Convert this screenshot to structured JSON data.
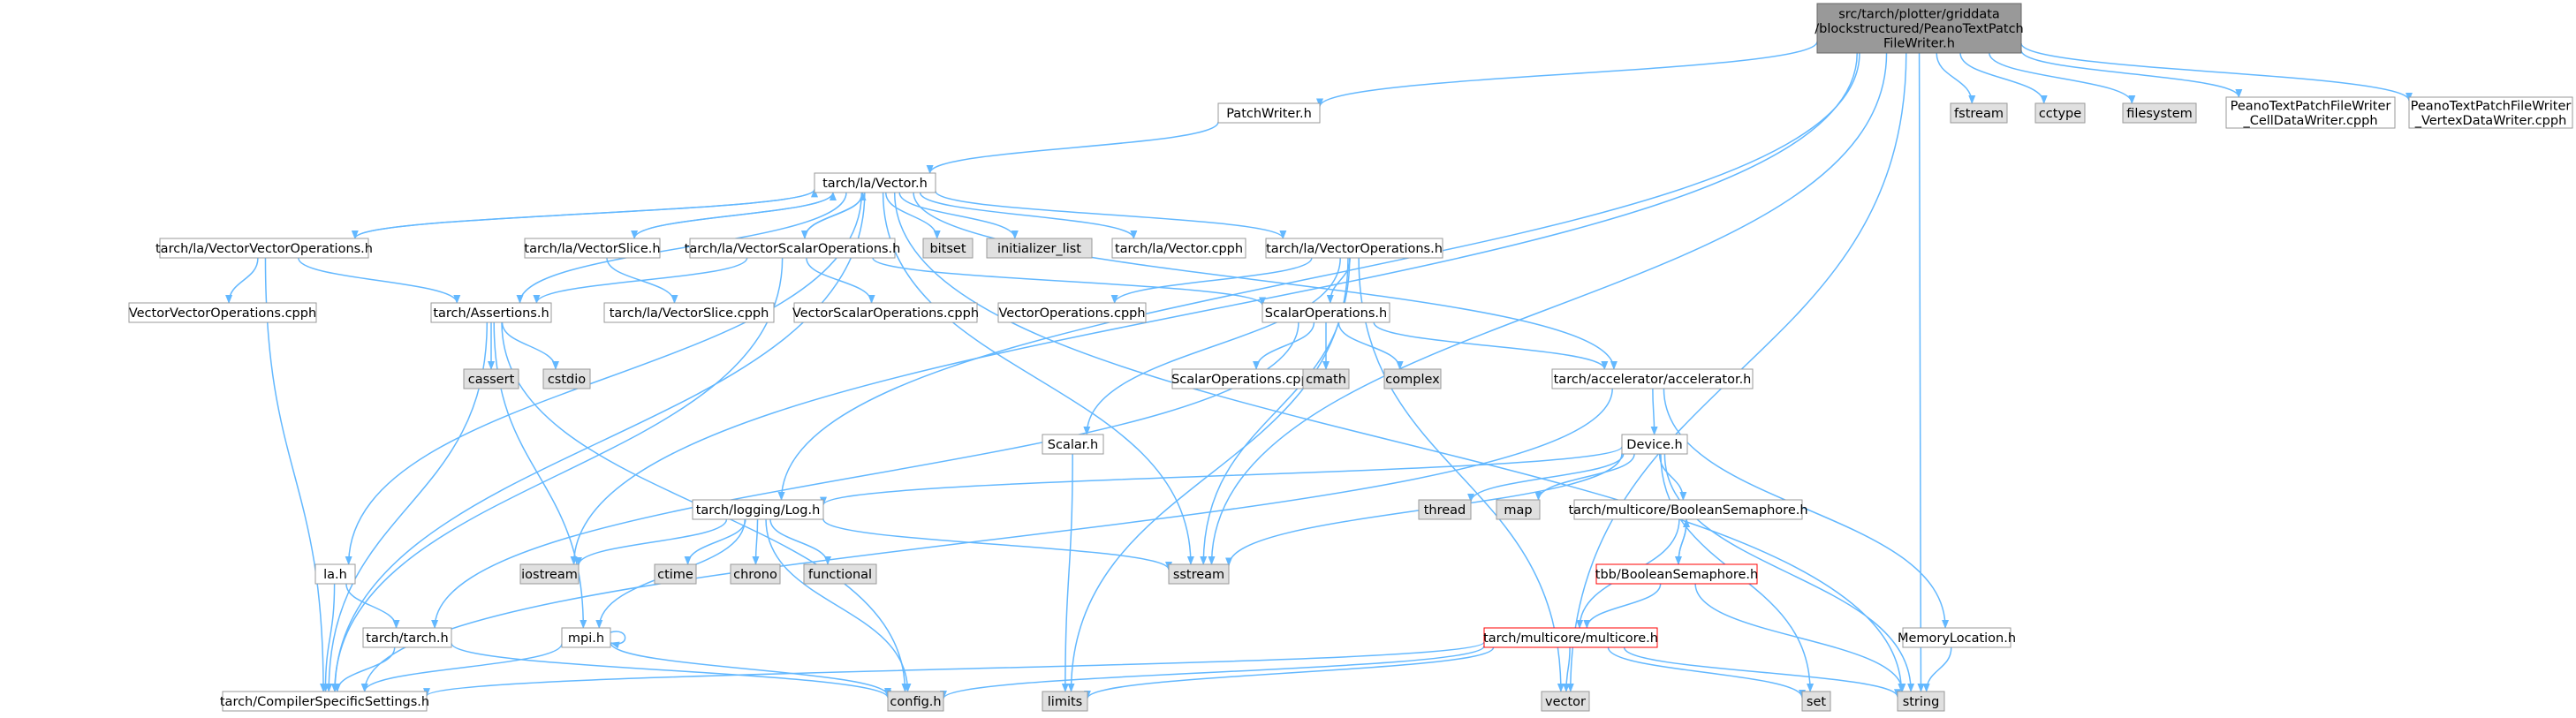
{
  "colors": {
    "edge": "#63b8ff",
    "root_fill": "#999999",
    "root_stroke": "#666666",
    "default_fill": "#ffffff",
    "default_stroke": "#999999",
    "external_fill": "#e0e0e0",
    "external_stroke": "#999999",
    "highlight_stroke": "#ff0000"
  },
  "nodes": [
    {
      "id": "root",
      "label": [
        "src/tarch/plotter/griddata",
        "/blockstructured/PeanoTextPatch",
        "FileWriter.h"
      ],
      "kind": "root"
    },
    {
      "id": "patchwriter",
      "label": [
        "PatchWriter.h"
      ],
      "kind": "default"
    },
    {
      "id": "fstream",
      "label": [
        "fstream"
      ],
      "kind": "external"
    },
    {
      "id": "cctype",
      "label": [
        "cctype"
      ],
      "kind": "external"
    },
    {
      "id": "filesystem",
      "label": [
        "filesystem"
      ],
      "kind": "external"
    },
    {
      "id": "cellwriter",
      "label": [
        "PeanoTextPatchFileWriter",
        "_CellDataWriter.cpph"
      ],
      "kind": "default"
    },
    {
      "id": "vertexwriter",
      "label": [
        "PeanoTextPatchFileWriter",
        "_VertexDataWriter.cpph"
      ],
      "kind": "default"
    },
    {
      "id": "vector_h",
      "label": [
        "tarch/la/Vector.h"
      ],
      "kind": "default"
    },
    {
      "id": "vvops_h",
      "label": [
        "tarch/la/VectorVectorOperations.h"
      ],
      "kind": "default"
    },
    {
      "id": "vslice_h",
      "label": [
        "tarch/la/VectorSlice.h"
      ],
      "kind": "default"
    },
    {
      "id": "vsops_h",
      "label": [
        "tarch/la/VectorScalarOperations.h"
      ],
      "kind": "default"
    },
    {
      "id": "bitset",
      "label": [
        "bitset"
      ],
      "kind": "external"
    },
    {
      "id": "initlist",
      "label": [
        "initializer_list"
      ],
      "kind": "external"
    },
    {
      "id": "vector_cpph",
      "label": [
        "tarch/la/Vector.cpph"
      ],
      "kind": "default"
    },
    {
      "id": "vops_h",
      "label": [
        "tarch/la/VectorOperations.h"
      ],
      "kind": "default"
    },
    {
      "id": "vvops_cpph",
      "label": [
        "VectorVectorOperations.cpph"
      ],
      "kind": "default"
    },
    {
      "id": "assertions_h",
      "label": [
        "tarch/Assertions.h"
      ],
      "kind": "default"
    },
    {
      "id": "vslice_cpph",
      "label": [
        "tarch/la/VectorSlice.cpph"
      ],
      "kind": "default"
    },
    {
      "id": "vsops_cpph",
      "label": [
        "VectorScalarOperations.cpph"
      ],
      "kind": "default"
    },
    {
      "id": "vops_cpph",
      "label": [
        "VectorOperations.cpph"
      ],
      "kind": "default"
    },
    {
      "id": "sops_h",
      "label": [
        "ScalarOperations.h"
      ],
      "kind": "default"
    },
    {
      "id": "cassert",
      "label": [
        "cassert"
      ],
      "kind": "external"
    },
    {
      "id": "cstdio",
      "label": [
        "cstdio"
      ],
      "kind": "external"
    },
    {
      "id": "sops_cpph",
      "label": [
        "ScalarOperations.cpph"
      ],
      "kind": "default"
    },
    {
      "id": "cmath",
      "label": [
        "cmath"
      ],
      "kind": "external"
    },
    {
      "id": "complex",
      "label": [
        "complex"
      ],
      "kind": "external"
    },
    {
      "id": "accel_h",
      "label": [
        "tarch/accelerator/accelerator.h"
      ],
      "kind": "default"
    },
    {
      "id": "scalar_h",
      "label": [
        "Scalar.h"
      ],
      "kind": "default"
    },
    {
      "id": "device_h",
      "label": [
        "Device.h"
      ],
      "kind": "default"
    },
    {
      "id": "log_h",
      "label": [
        "tarch/logging/Log.h"
      ],
      "kind": "default"
    },
    {
      "id": "thread",
      "label": [
        "thread"
      ],
      "kind": "external"
    },
    {
      "id": "map",
      "label": [
        "map"
      ],
      "kind": "external"
    },
    {
      "id": "boolsem_h",
      "label": [
        "tarch/multicore/BooleanSemaphore.h"
      ],
      "kind": "default"
    },
    {
      "id": "la_h",
      "label": [
        "la.h"
      ],
      "kind": "default"
    },
    {
      "id": "iostream",
      "label": [
        "iostream"
      ],
      "kind": "external"
    },
    {
      "id": "ctime",
      "label": [
        "ctime"
      ],
      "kind": "external"
    },
    {
      "id": "chrono",
      "label": [
        "chrono"
      ],
      "kind": "external"
    },
    {
      "id": "functional",
      "label": [
        "functional"
      ],
      "kind": "external"
    },
    {
      "id": "sstream",
      "label": [
        "sstream"
      ],
      "kind": "external"
    },
    {
      "id": "tbbsem_h",
      "label": [
        "tbb/BooleanSemaphore.h"
      ],
      "kind": "highlight"
    },
    {
      "id": "tarch_h",
      "label": [
        "tarch/tarch.h"
      ],
      "kind": "default"
    },
    {
      "id": "mpi_h",
      "label": [
        "mpi.h"
      ],
      "kind": "default"
    },
    {
      "id": "multicore_h",
      "label": [
        "tarch/multicore/multicore.h"
      ],
      "kind": "highlight"
    },
    {
      "id": "memloc_h",
      "label": [
        "MemoryLocation.h"
      ],
      "kind": "default"
    },
    {
      "id": "compiler_h",
      "label": [
        "tarch/CompilerSpecificSettings.h"
      ],
      "kind": "default"
    },
    {
      "id": "config_h",
      "label": [
        "config.h"
      ],
      "kind": "external"
    },
    {
      "id": "limits",
      "label": [
        "limits"
      ],
      "kind": "external"
    },
    {
      "id": "vector_std",
      "label": [
        "vector"
      ],
      "kind": "external"
    },
    {
      "id": "set",
      "label": [
        "set"
      ],
      "kind": "external"
    },
    {
      "id": "string",
      "label": [
        "string"
      ],
      "kind": "external"
    }
  ],
  "edges": [
    [
      "root",
      "patchwriter"
    ],
    [
      "root",
      "fstream"
    ],
    [
      "root",
      "cctype"
    ],
    [
      "root",
      "filesystem"
    ],
    [
      "root",
      "cellwriter"
    ],
    [
      "root",
      "vertexwriter"
    ],
    [
      "root",
      "iostream"
    ],
    [
      "root",
      "log_h"
    ],
    [
      "root",
      "sstream"
    ],
    [
      "root",
      "vector_std"
    ],
    [
      "root",
      "string"
    ],
    [
      "patchwriter",
      "vector_h"
    ],
    [
      "vector_h",
      "vvops_h"
    ],
    [
      "vector_h",
      "vslice_h"
    ],
    [
      "vector_h",
      "vsops_h"
    ],
    [
      "vector_h",
      "bitset"
    ],
    [
      "vector_h",
      "initlist"
    ],
    [
      "vector_h",
      "vector_cpph"
    ],
    [
      "vector_h",
      "vops_h"
    ],
    [
      "vector_h",
      "assertions_h"
    ],
    [
      "vector_h",
      "la_h"
    ],
    [
      "vector_h",
      "compiler_h"
    ],
    [
      "vector_h",
      "accel_h"
    ],
    [
      "vector_h",
      "sstream"
    ],
    [
      "vector_h",
      "string"
    ],
    [
      "vvops_h",
      "vector_h"
    ],
    [
      "vvops_h",
      "vvops_cpph"
    ],
    [
      "vvops_h",
      "assertions_h"
    ],
    [
      "vvops_h",
      "compiler_h"
    ],
    [
      "vslice_h",
      "vector_h"
    ],
    [
      "vslice_h",
      "vslice_cpph"
    ],
    [
      "vsops_h",
      "vector_h"
    ],
    [
      "vsops_h",
      "vsops_cpph"
    ],
    [
      "vsops_h",
      "assertions_h"
    ],
    [
      "vsops_h",
      "sops_h"
    ],
    [
      "vsops_h",
      "compiler_h"
    ],
    [
      "vops_h",
      "vops_cpph"
    ],
    [
      "vops_h",
      "sops_h"
    ],
    [
      "vops_h",
      "sstream"
    ],
    [
      "vops_h",
      "limits"
    ],
    [
      "vops_h",
      "vector_std"
    ],
    [
      "vops_h",
      "scalar_h"
    ],
    [
      "assertions_h",
      "cassert"
    ],
    [
      "assertions_h",
      "cstdio"
    ],
    [
      "assertions_h",
      "compiler_h"
    ],
    [
      "assertions_h",
      "config_h"
    ],
    [
      "assertions_h",
      "mpi_h"
    ],
    [
      "sops_h",
      "sops_cpph"
    ],
    [
      "sops_h",
      "cmath"
    ],
    [
      "sops_h",
      "complex"
    ],
    [
      "sops_h",
      "accel_h"
    ],
    [
      "sops_h",
      "tarch_h"
    ],
    [
      "accel_h",
      "device_h"
    ],
    [
      "accel_h",
      "memloc_h"
    ],
    [
      "accel_h",
      "compiler_h"
    ],
    [
      "scalar_h",
      "limits"
    ],
    [
      "device_h",
      "log_h"
    ],
    [
      "device_h",
      "thread"
    ],
    [
      "device_h",
      "map"
    ],
    [
      "device_h",
      "boolsem_h"
    ],
    [
      "device_h",
      "sstream"
    ],
    [
      "device_h",
      "set"
    ],
    [
      "device_h",
      "string"
    ],
    [
      "log_h",
      "iostream"
    ],
    [
      "log_h",
      "ctime"
    ],
    [
      "log_h",
      "chrono"
    ],
    [
      "log_h",
      "functional"
    ],
    [
      "log_h",
      "sstream"
    ],
    [
      "log_h",
      "config_h"
    ],
    [
      "log_h",
      "mpi_h"
    ],
    [
      "boolsem_h",
      "tbbsem_h"
    ],
    [
      "boolsem_h",
      "multicore_h"
    ],
    [
      "tbbsem_h",
      "boolsem_h"
    ],
    [
      "tbbsem_h",
      "multicore_h"
    ],
    [
      "tbbsem_h",
      "string"
    ],
    [
      "la_h",
      "tarch_h"
    ],
    [
      "la_h",
      "compiler_h"
    ],
    [
      "tarch_h",
      "compiler_h"
    ],
    [
      "tarch_h",
      "config_h"
    ],
    [
      "mpi_h",
      "mpi_h"
    ],
    [
      "mpi_h",
      "compiler_h"
    ],
    [
      "mpi_h",
      "config_h"
    ],
    [
      "multicore_h",
      "compiler_h"
    ],
    [
      "multicore_h",
      "config_h"
    ],
    [
      "multicore_h",
      "limits"
    ],
    [
      "multicore_h",
      "vector_std"
    ],
    [
      "multicore_h",
      "set"
    ],
    [
      "multicore_h",
      "string"
    ],
    [
      "memloc_h",
      "string"
    ]
  ]
}
